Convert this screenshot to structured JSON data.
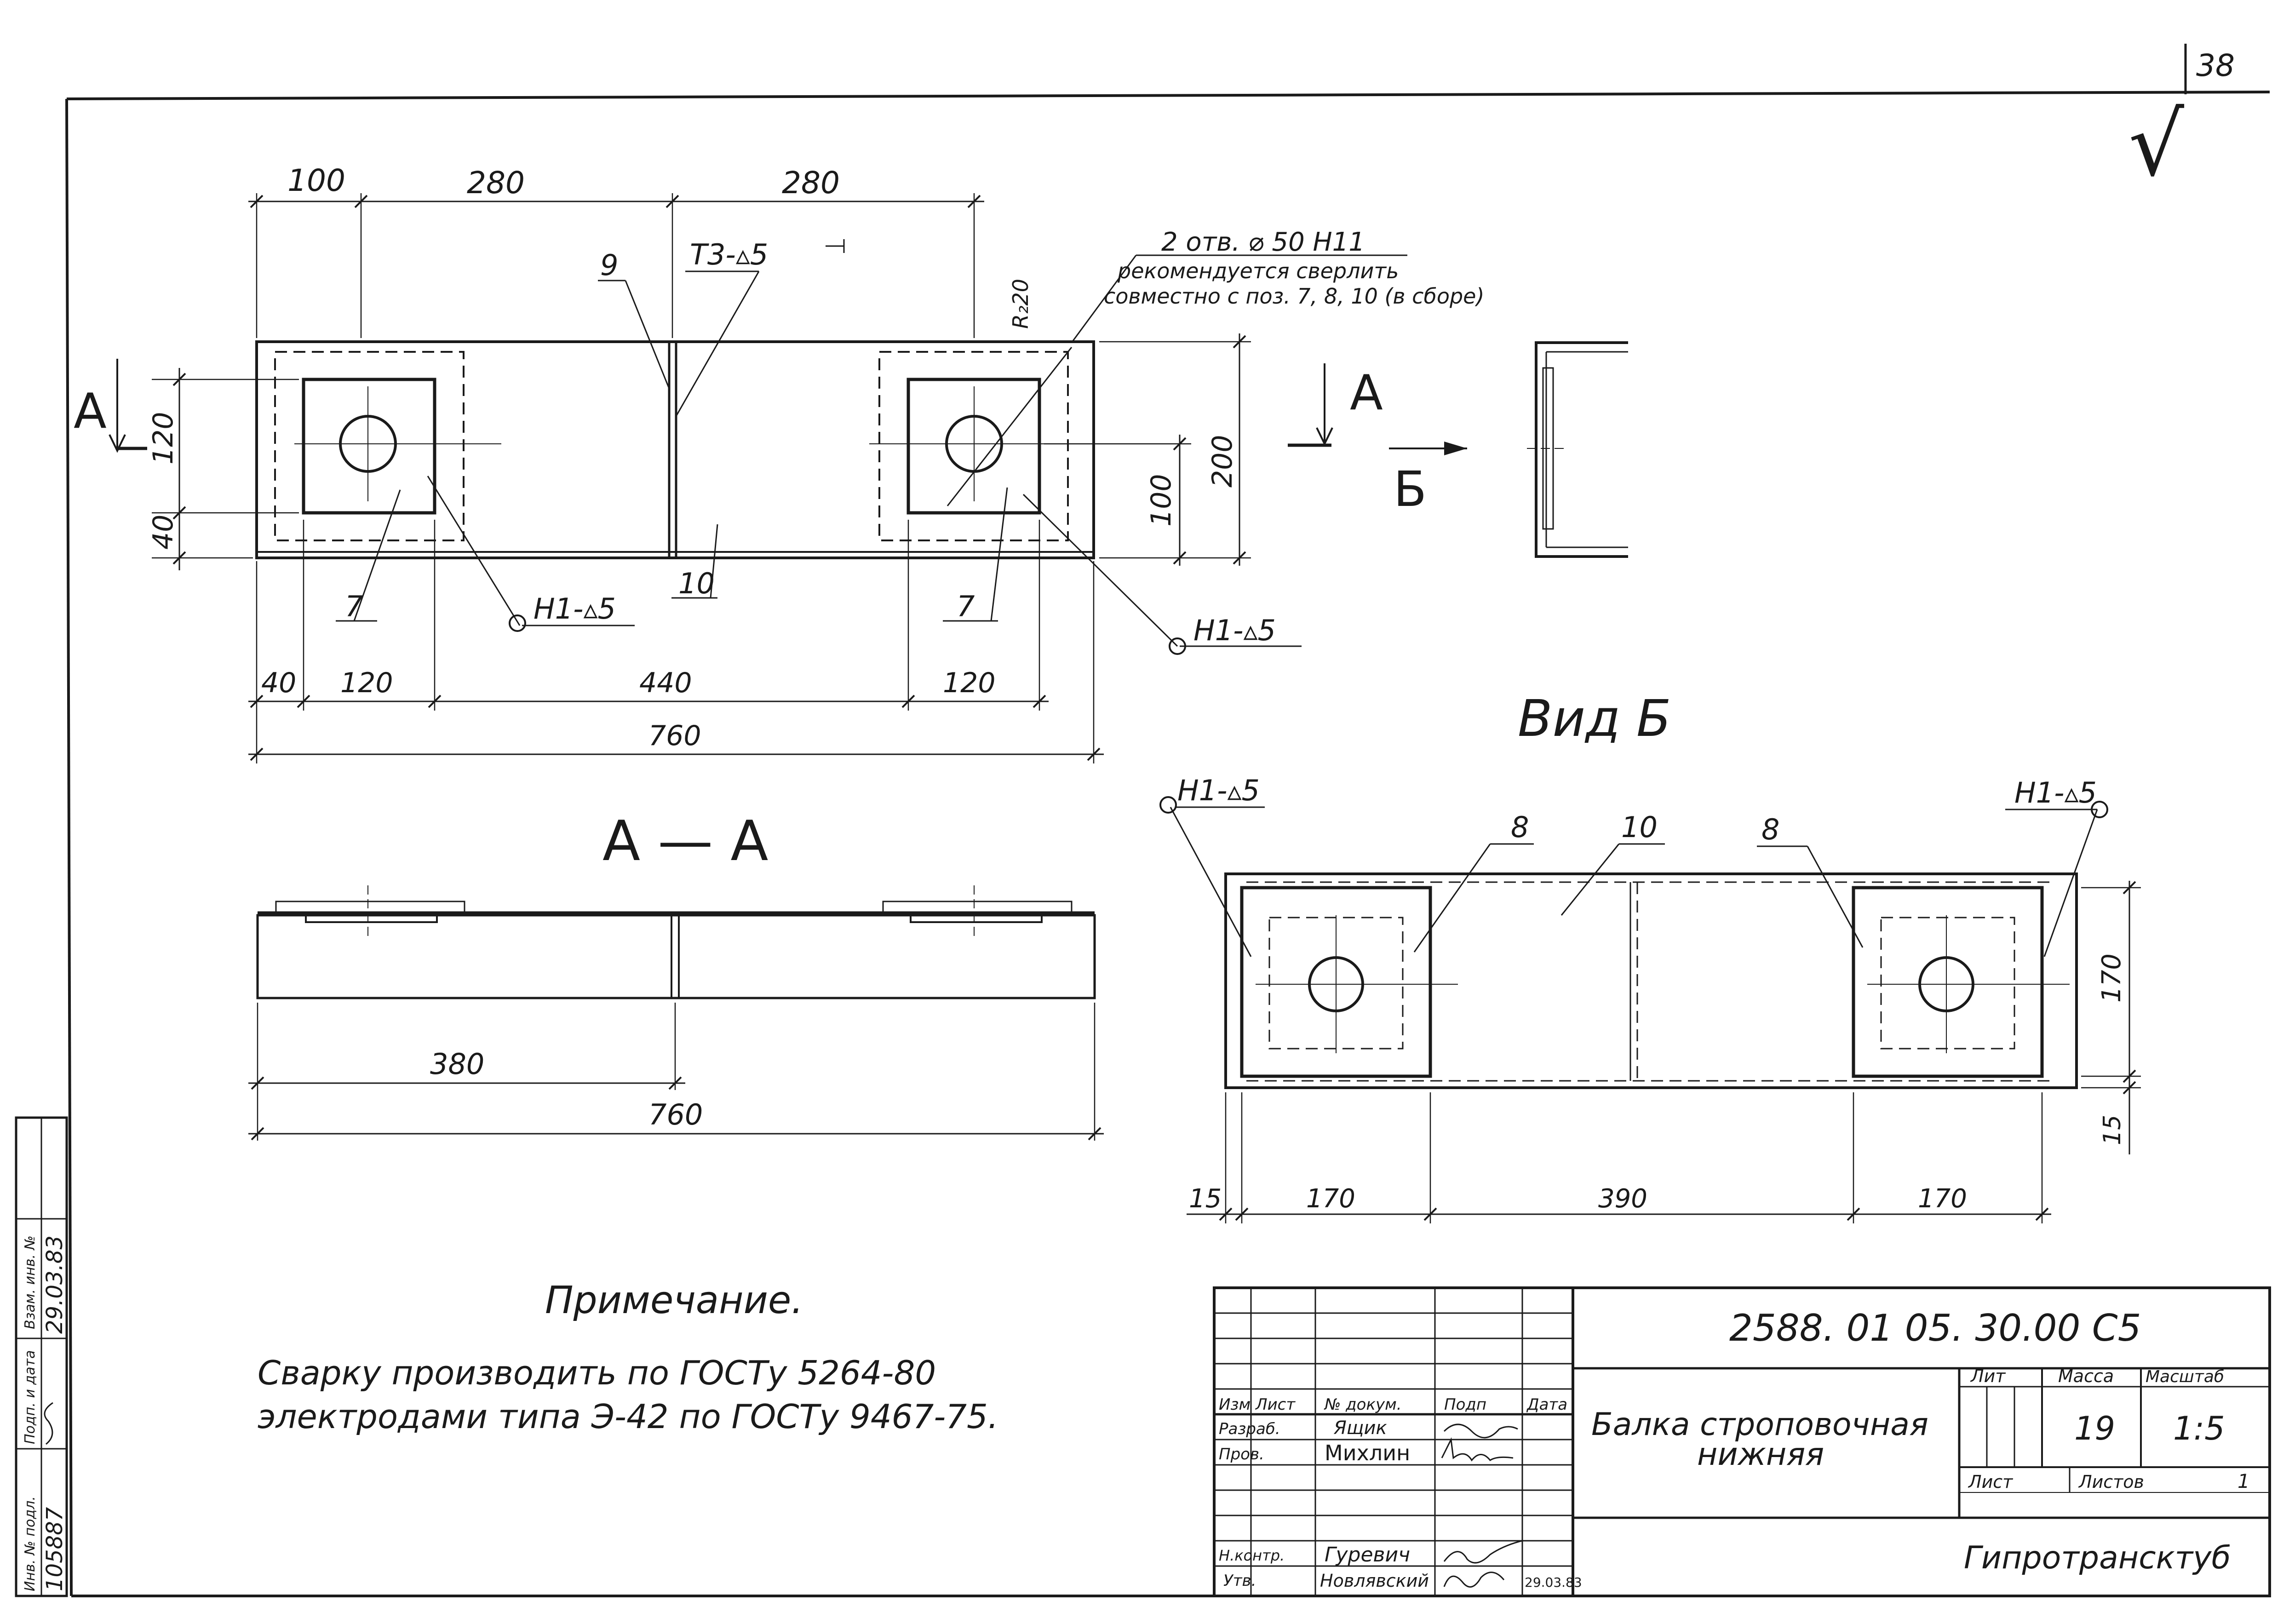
{
  "page_number": "38",
  "surface_mark": "√",
  "plan": {
    "dims_top": [
      "100",
      "280",
      "280"
    ],
    "dims_left": [
      "120",
      "40"
    ],
    "dims_right": [
      "100",
      "200"
    ],
    "dims_bottom": [
      "40",
      "120",
      "440",
      "120"
    ],
    "overall": "760",
    "leader_9": "9",
    "weld_t3": "Т3-▵5",
    "hole_note_1": "2 отв. ⌀ 50 Н11",
    "hole_note_2": "рекомендуется сверлить",
    "hole_note_3": "совместно с поз. 7, 8, 10 (в сборе)",
    "radius": "R₂20",
    "pos_7_left": "7",
    "pos_7_right": "7",
    "pos_10": "10",
    "weld_h1_left": "Н1-▵5",
    "weld_h1_right": "Н1-▵5"
  },
  "section_mark": "А",
  "section_mark_left": "А",
  "view_arrow": "Б",
  "section": {
    "title": "А — А",
    "dim_half": "380",
    "dim_full": "760"
  },
  "view_b": {
    "title": "Вид Б",
    "pos_8_left": "8",
    "pos_10": "10",
    "pos_8_right": "8",
    "weld_left": "Н1-▵5",
    "weld_right": "Н1-▵5",
    "dim_height": "170",
    "dim_small": "15",
    "dims_bottom": [
      "15",
      "170",
      "390",
      "170"
    ]
  },
  "note": {
    "title": "Примечание.",
    "line1": "Сварку производить по ГОСТу 5264-80",
    "line2": "электродами типа Э-42 по ГОСТу 9467-75."
  },
  "title_block": {
    "designation": "2588. 01 05. 30.00 С5",
    "name_line1": "Балка строповочная",
    "name_line2": "нижняя",
    "col_litera": "Лит",
    "col_mass": "Масса",
    "col_scale": "Масштаб",
    "mass": "19",
    "scale": "1:5",
    "sheet_label": "Лист",
    "sheets_label": "Листов",
    "sheets_count": "1",
    "org": "Гипротрансктуб",
    "hdr_izm": "Изм",
    "hdr_list": "Лист",
    "hdr_doc": "№ докум.",
    "hdr_sign": "Подп",
    "hdr_date": "Дата",
    "role_dev": "Разраб.",
    "name_dev": "Ящик",
    "role_check": "Пров.",
    "name_check": "Михлин",
    "role_nk": "Н.контр.",
    "name_nk": "Гуревич",
    "role_appr": "Утв.",
    "name_appr": "Новлявский",
    "date_appr": "29.03.83"
  },
  "side_stamp": {
    "inv_no": "105887",
    "sign_date": "29.03.83",
    "lbl_inv": "Инв. № подл.",
    "lbl_sign": "Подп. и дата",
    "lbl_repl": "Взам. инв. №"
  }
}
